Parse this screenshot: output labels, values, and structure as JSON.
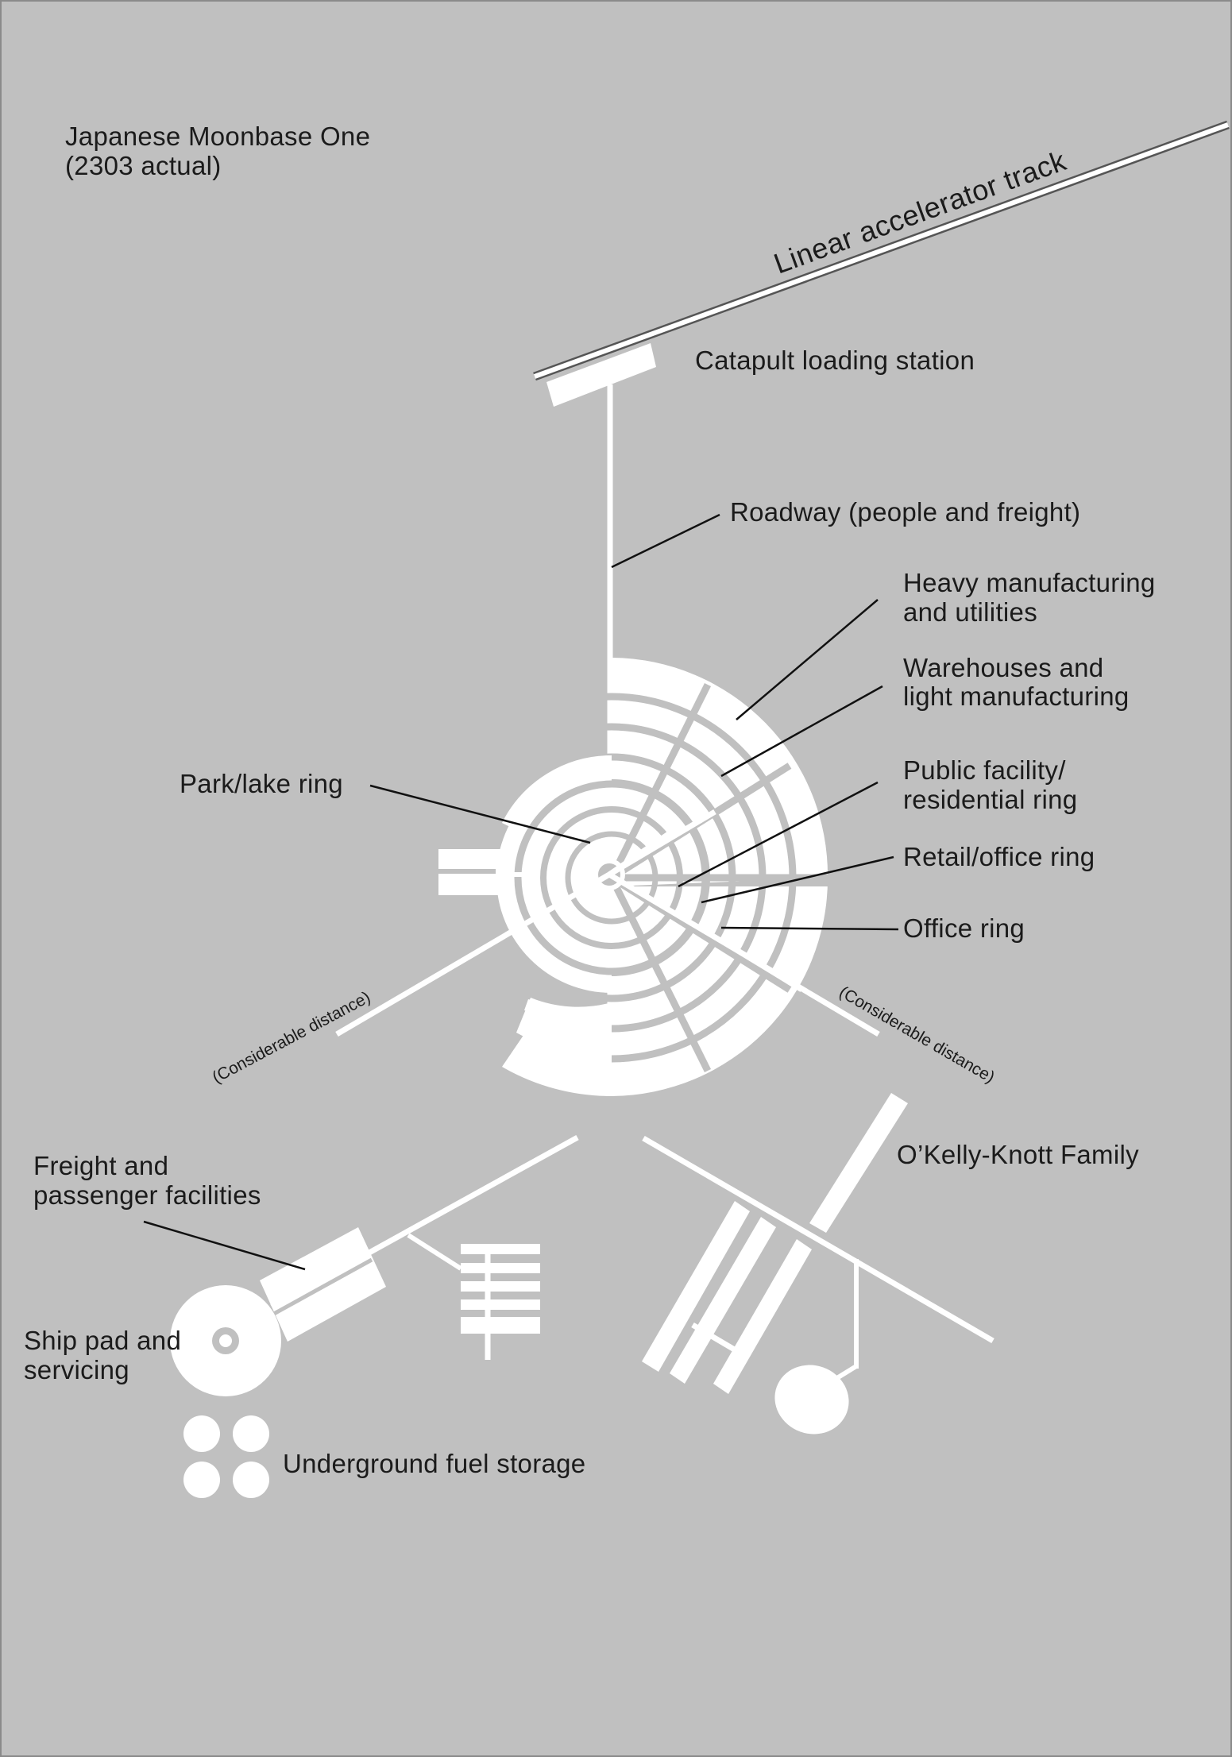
{
  "title": {
    "line1": "Japanese Moonbase One",
    "line2": "(2303 actual)"
  },
  "labels": {
    "linear_track": "Linear accelerator track",
    "catapult": "Catapult loading station",
    "roadway": "Roadway (people and freight)",
    "heavy_line1": "Heavy manufacturing",
    "heavy_line2": "and utilities",
    "warehouses_line1": "Warehouses and",
    "warehouses_line2": "light manufacturing",
    "public_line1": "Public facility/",
    "public_line2": "residential ring",
    "retail": "Retail/office ring",
    "office": "Office ring",
    "park": "Park/lake ring",
    "distance_left": "(Considerable distance)",
    "distance_right": "(Considerable distance)",
    "freight_line1": "Freight and",
    "freight_line2": "passenger facilities",
    "okelly": "O’Kelly-Knott Family",
    "shippad_line1": "Ship pad and",
    "shippad_line2": "servicing",
    "fuel": "Underground fuel storage"
  },
  "colors": {
    "background": "#c0c0c0",
    "structures": "#ffffff",
    "text": "#1b1b1b"
  }
}
